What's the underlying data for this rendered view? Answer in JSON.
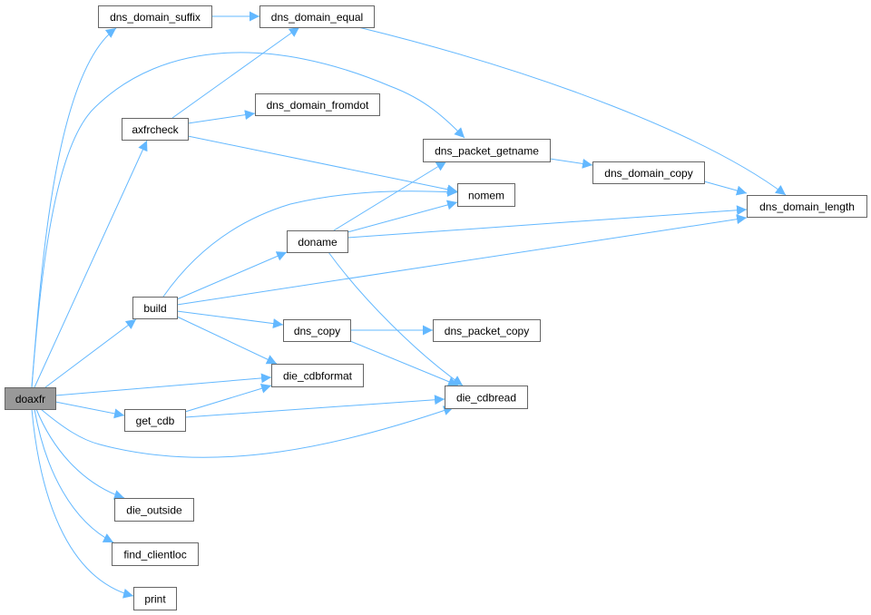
{
  "graph": {
    "root": "doaxfr",
    "edge_color": "#63b8ff",
    "root_fill": "#999999",
    "nodes": [
      {
        "id": "doaxfr",
        "label": "doaxfr"
      },
      {
        "id": "dns_domain_suffix",
        "label": "dns_domain_suffix"
      },
      {
        "id": "dns_domain_equal",
        "label": "dns_domain_equal"
      },
      {
        "id": "axfrcheck",
        "label": "axfrcheck"
      },
      {
        "id": "dns_domain_fromdot",
        "label": "dns_domain_fromdot"
      },
      {
        "id": "dns_packet_getname",
        "label": "dns_packet_getname"
      },
      {
        "id": "dns_domain_copy",
        "label": "dns_domain_copy"
      },
      {
        "id": "nomem",
        "label": "nomem"
      },
      {
        "id": "dns_domain_length",
        "label": "dns_domain_length"
      },
      {
        "id": "doname",
        "label": "doname"
      },
      {
        "id": "build",
        "label": "build"
      },
      {
        "id": "dns_copy",
        "label": "dns_copy"
      },
      {
        "id": "dns_packet_copy",
        "label": "dns_packet_copy"
      },
      {
        "id": "die_cdbformat",
        "label": "die_cdbformat"
      },
      {
        "id": "die_cdbread",
        "label": "die_cdbread"
      },
      {
        "id": "get_cdb",
        "label": "get_cdb"
      },
      {
        "id": "die_outside",
        "label": "die_outside"
      },
      {
        "id": "find_clientloc",
        "label": "find_clientloc"
      },
      {
        "id": "print",
        "label": "print"
      }
    ],
    "edges": [
      [
        "doaxfr",
        "dns_domain_suffix"
      ],
      [
        "doaxfr",
        "dns_packet_getname"
      ],
      [
        "doaxfr",
        "axfrcheck"
      ],
      [
        "doaxfr",
        "build"
      ],
      [
        "doaxfr",
        "die_cdbformat"
      ],
      [
        "doaxfr",
        "get_cdb"
      ],
      [
        "doaxfr",
        "die_cdbread"
      ],
      [
        "doaxfr",
        "die_outside"
      ],
      [
        "doaxfr",
        "find_clientloc"
      ],
      [
        "doaxfr",
        "print"
      ],
      [
        "dns_domain_suffix",
        "dns_domain_equal"
      ],
      [
        "dns_domain_equal",
        "dns_domain_length"
      ],
      [
        "axfrcheck",
        "dns_domain_equal"
      ],
      [
        "axfrcheck",
        "dns_domain_fromdot"
      ],
      [
        "axfrcheck",
        "nomem"
      ],
      [
        "build",
        "nomem"
      ],
      [
        "build",
        "doname"
      ],
      [
        "build",
        "dns_domain_length"
      ],
      [
        "build",
        "dns_copy"
      ],
      [
        "build",
        "die_cdbformat"
      ],
      [
        "doname",
        "dns_packet_getname"
      ],
      [
        "doname",
        "nomem"
      ],
      [
        "doname",
        "dns_domain_length"
      ],
      [
        "doname",
        "die_cdbread"
      ],
      [
        "dns_packet_getname",
        "dns_domain_copy"
      ],
      [
        "dns_domain_copy",
        "dns_domain_length"
      ],
      [
        "dns_copy",
        "dns_packet_copy"
      ],
      [
        "dns_copy",
        "die_cdbread"
      ],
      [
        "get_cdb",
        "die_cdbformat"
      ],
      [
        "get_cdb",
        "die_cdbread"
      ]
    ]
  }
}
